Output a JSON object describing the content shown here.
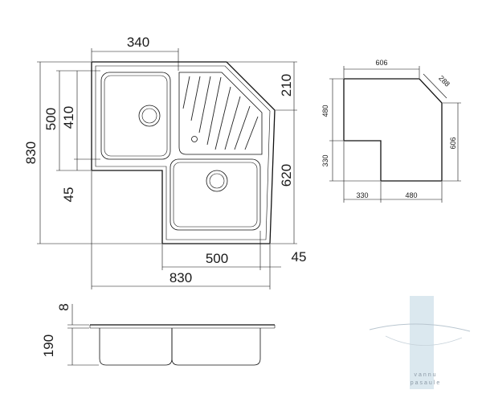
{
  "plan_view": {
    "dimensions": {
      "top_width": "340",
      "right_top": "210",
      "right_lower": "620",
      "left_overall": "830",
      "left_500": "500",
      "left_410": "410",
      "left_45": "45",
      "bottom_500": "500",
      "bottom_45": "45",
      "bottom_830": "830"
    }
  },
  "cutout_view": {
    "dimensions": {
      "top_606": "606",
      "diagonal_288": "288",
      "left_480": "480",
      "left_330": "330",
      "right_606": "606",
      "bottom_330": "330",
      "bottom_480": "480"
    }
  },
  "section_view": {
    "dimensions": {
      "rim_8": "8",
      "depth_190": "190"
    }
  },
  "watermark": {
    "line1": "vannu",
    "line2": "pasaule"
  },
  "colors": {
    "line": "#111111",
    "watermark_bar": "#cfe0ea"
  }
}
